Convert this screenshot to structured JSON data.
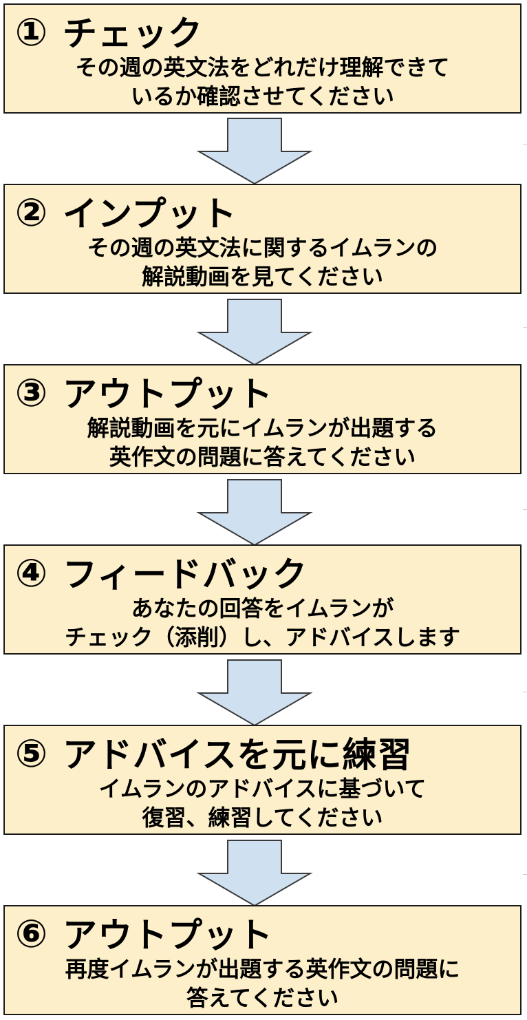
{
  "colors": {
    "box_fill": "#fcefc9",
    "box_border": "#1a1a1a",
    "arrow_fill": "#cfe0f1",
    "arrow_stroke": "#3a3a3a"
  },
  "steps": [
    {
      "number": "①",
      "title": "チェック",
      "lines": [
        "その週の英文法をどれだけ理解できて",
        "いるか確認させてください"
      ]
    },
    {
      "number": "②",
      "title": "インプット",
      "lines": [
        "その週の英文法に関するイムランの",
        "解説動画を見てください"
      ]
    },
    {
      "number": "③",
      "title": "アウトプット",
      "lines": [
        "解説動画を元にイムランが出題する",
        "英作文の問題に答えてください"
      ]
    },
    {
      "number": "④",
      "title": "フィードバック",
      "lines": [
        "あなたの回答をイムランが",
        "チェック（添削）し、アドバイスします"
      ]
    },
    {
      "number": "⑤",
      "title": "アドバイスを元に練習",
      "lines": [
        "イムランのアドバイスに基づいて",
        "復習、練習してください"
      ]
    },
    {
      "number": "⑥",
      "title": "アウトプット",
      "lines": [
        "再度イムランが出題する英作文の問題に",
        "答えてください"
      ]
    }
  ]
}
